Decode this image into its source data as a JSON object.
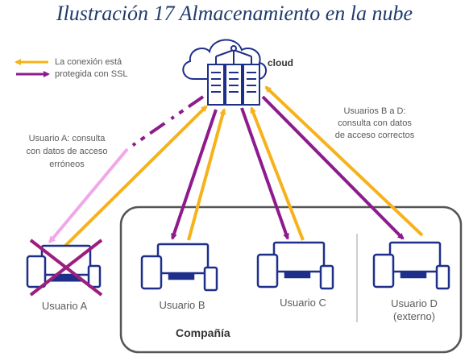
{
  "caption": "Ilustración 17 Almacenamiento en la nube",
  "legend": {
    "line1": "La conexión está",
    "line2": "protegida con SSL"
  },
  "cloud_label": "cloud",
  "note_a": [
    "Usuario A: consulta",
    "con datos de acceso",
    "erróneos"
  ],
  "note_bd": [
    "Usuarios B a D:",
    "consulta con datos",
    "de acceso correctos"
  ],
  "users": {
    "a": "Usuario A",
    "b": "Usuario B",
    "c": "Usuario C",
    "d": [
      "Usuario D",
      "(externo)"
    ]
  },
  "company_label": "Compañía",
  "colors": {
    "ssl_yellow": "#f7b21b",
    "ssl_purple": "#8e1b8e",
    "error_pink": "#f0a8e8",
    "device_blue": "#1e2f8a",
    "cross": "#9c1e7e",
    "company_border": "#555555",
    "text": "#5a5a5a"
  }
}
